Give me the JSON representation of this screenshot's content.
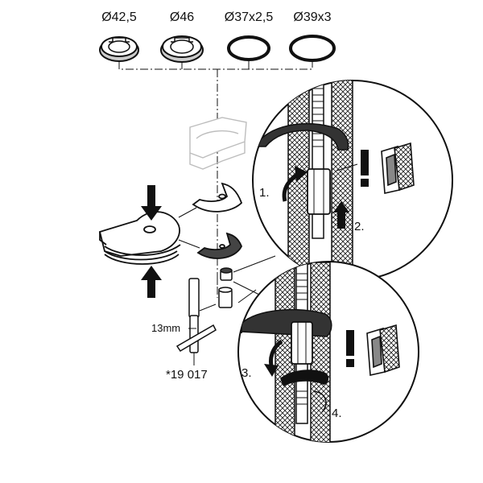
{
  "seals": [
    {
      "label": "Ø42,5",
      "icon": "ring-with-tabs"
    },
    {
      "label": "Ø46",
      "icon": "ring-with-tabs"
    },
    {
      "label": "Ø37x2,5",
      "icon": "o-ring"
    },
    {
      "label": "Ø39x3",
      "icon": "o-ring"
    }
  ],
  "steps": {
    "s1": "1.",
    "s2": "2.",
    "s3": "3.",
    "s4": "4."
  },
  "tool": {
    "size": "13mm",
    "ref": "*19 017"
  },
  "colors": {
    "ink": "#111111",
    "fill": "#ffffff",
    "shade": "#cfcfcf",
    "ghost": "#bdbdbd"
  }
}
